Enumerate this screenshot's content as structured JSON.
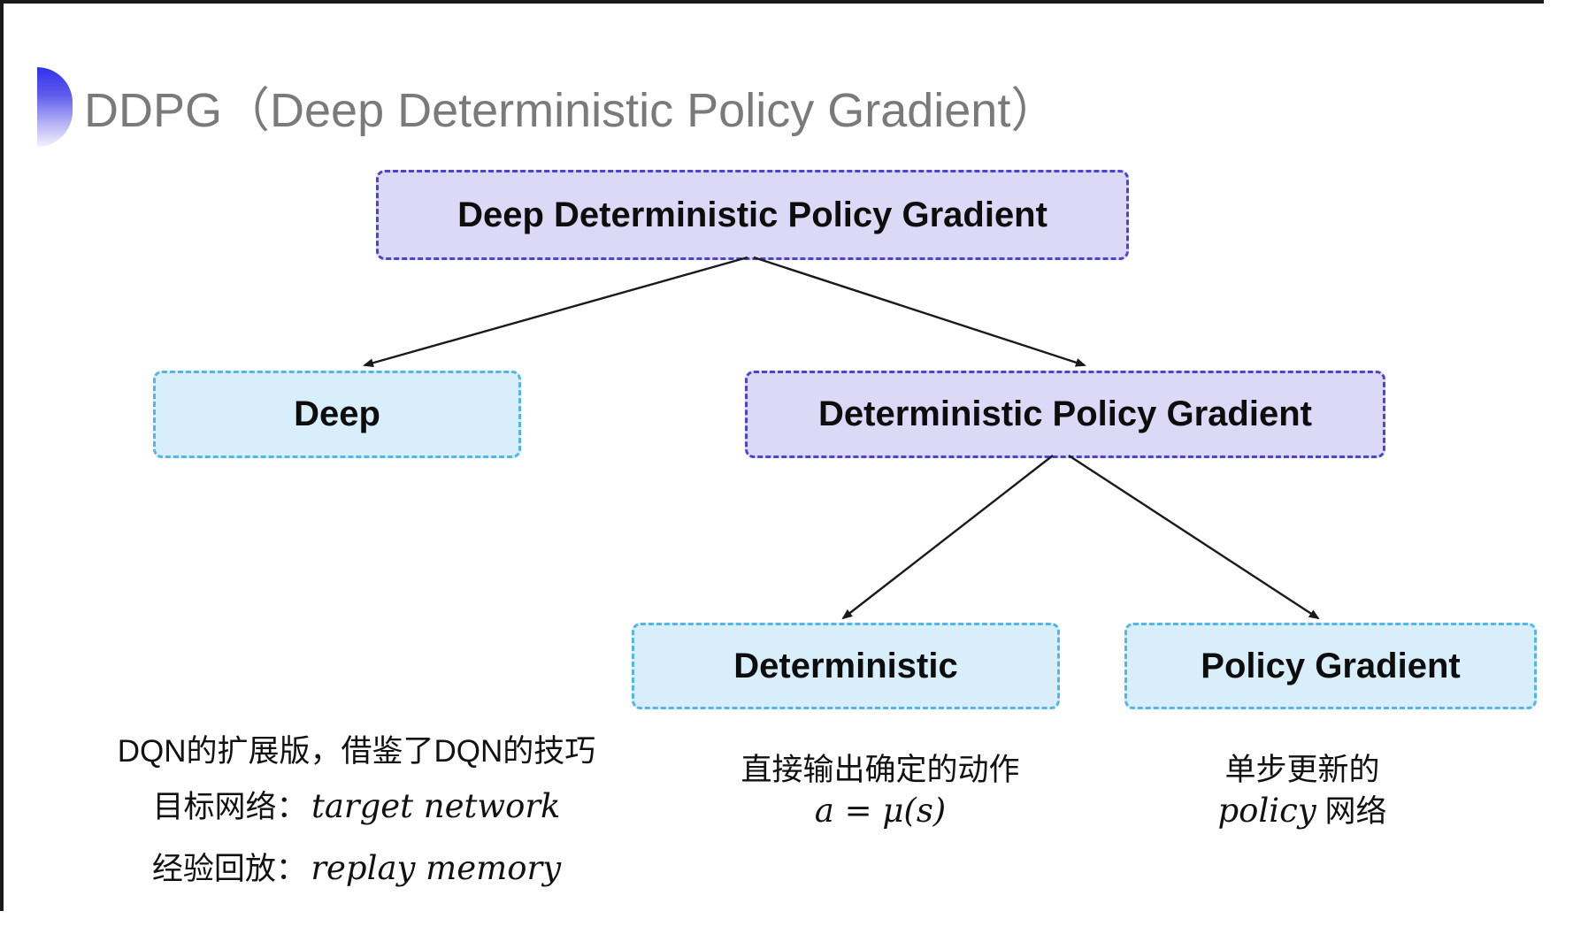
{
  "page": {
    "title": "DDPG（Deep Deterministic Policy Gradient）"
  },
  "diagram": {
    "nodes": [
      {
        "id": "root",
        "label": "Deep Deterministic Policy Gradient",
        "style": "purple"
      },
      {
        "id": "deep",
        "label": "Deep",
        "style": "cyan"
      },
      {
        "id": "dpg",
        "label": "Deterministic Policy Gradient",
        "style": "purple"
      },
      {
        "id": "deterministic",
        "label": "Deterministic",
        "style": "cyan"
      },
      {
        "id": "policy_gradient",
        "label": "Policy Gradient",
        "style": "cyan"
      }
    ],
    "edges": [
      {
        "from": "root",
        "to": "deep"
      },
      {
        "from": "root",
        "to": "dpg"
      },
      {
        "from": "dpg",
        "to": "deterministic"
      },
      {
        "from": "dpg",
        "to": "policy_gradient"
      }
    ]
  },
  "notes": {
    "deep": {
      "line1": "DQN的扩展版，借鉴了DQN的技巧",
      "line2_label": "目标网络：",
      "line2_value": "target network",
      "line3_label": "经验回放：",
      "line3_value": "replay memory"
    },
    "deterministic": {
      "line1": "直接输出确定的动作",
      "formula": "a = μ(s)"
    },
    "policy_gradient": {
      "line1": "单步更新的",
      "line2_italic": "policy",
      "line2_rest": " 网络"
    }
  },
  "colors": {
    "purple_fill": "#dcd9f6",
    "purple_border": "#4a45d0",
    "cyan_fill": "#d9eefb",
    "cyan_border": "#54b5e9",
    "title_gray": "#7a7a7a",
    "text_black": "#111111",
    "bullet_blue": "#3131ea",
    "arrow_black": "#1a1a1a"
  }
}
